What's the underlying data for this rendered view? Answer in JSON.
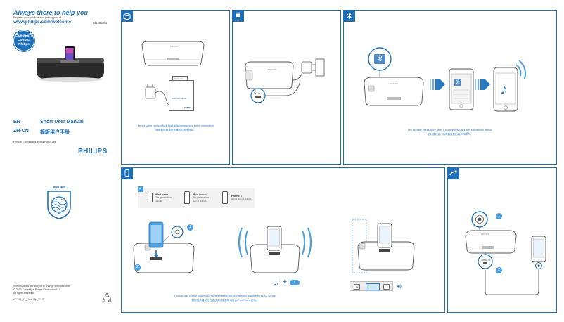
{
  "header": {
    "headline": "Always there to help you",
    "register_line": "Register your product and get support at",
    "url": "www.philips.com/welcome",
    "model": "AD385/93"
  },
  "question_badge": {
    "line1": "Question?",
    "line2": "Contact",
    "line3": "Philips"
  },
  "languages": [
    {
      "code": "EN",
      "title": "Short User Manual"
    },
    {
      "code": "ZH-CN",
      "title": "简版用户手册"
    }
  ],
  "company": "Philips Electronics Hong Kong Ltd.",
  "brand": "PHILIPS",
  "footer": {
    "line1": "Specifications are subject to change without notice.",
    "line2": "© 2013 Koninklijke Philips Electronics N.V.",
    "line3": "All rights reserved.",
    "code": "AD385_93_short UM_V1.0"
  },
  "panel_box": {
    "caption_en": "Before using your product, read all accompanying safety information",
    "caption_zh": "使用前请阅读所有随附的安全信息。",
    "manual_label": "Short User Manual",
    "manual_brand": "PHILIPS",
    "safety_label": "Safety info"
  },
  "panel_power": {
    "port_label": "DC IN",
    "dock_brand": "PHILIPS"
  },
  "panel_bt": {
    "caption_en": "The speaker beeps twice when it successfully pairs with a Bluetooth device.",
    "caption_zh": "配对成功后，扬声器会发出两声哔哔声。",
    "dock_brand": "PHILIPS"
  },
  "panel_dock": {
    "devices": [
      {
        "name": "iPod nano",
        "detail1": "7th generation",
        "detail2": "16GB"
      },
      {
        "name": "iPod touch",
        "detail1": "5th generation",
        "detail2": "32GB  64GB"
      },
      {
        "name": "iPhone 5",
        "detail1": "16GB  32GB  64GB",
        "detail2": ""
      }
    ],
    "caption_en": "You can only charge your iPod/iPhone when the docking speaker is powered by AC supply.",
    "caption_zh": "基座扬声器仅可在通过交流电源供电时为iPod/iPhone充电。",
    "step1": "1",
    "step2": "2",
    "plus": "+"
  },
  "panel_aux": {
    "jack_label": "AUDIO IN",
    "step1": "1",
    "step2": "2",
    "dock_brand": "PHILIPS"
  },
  "colors": {
    "accent": "#1f6fb8",
    "light_blue": "#4a9fe0",
    "gray": "#6b6b6b"
  }
}
